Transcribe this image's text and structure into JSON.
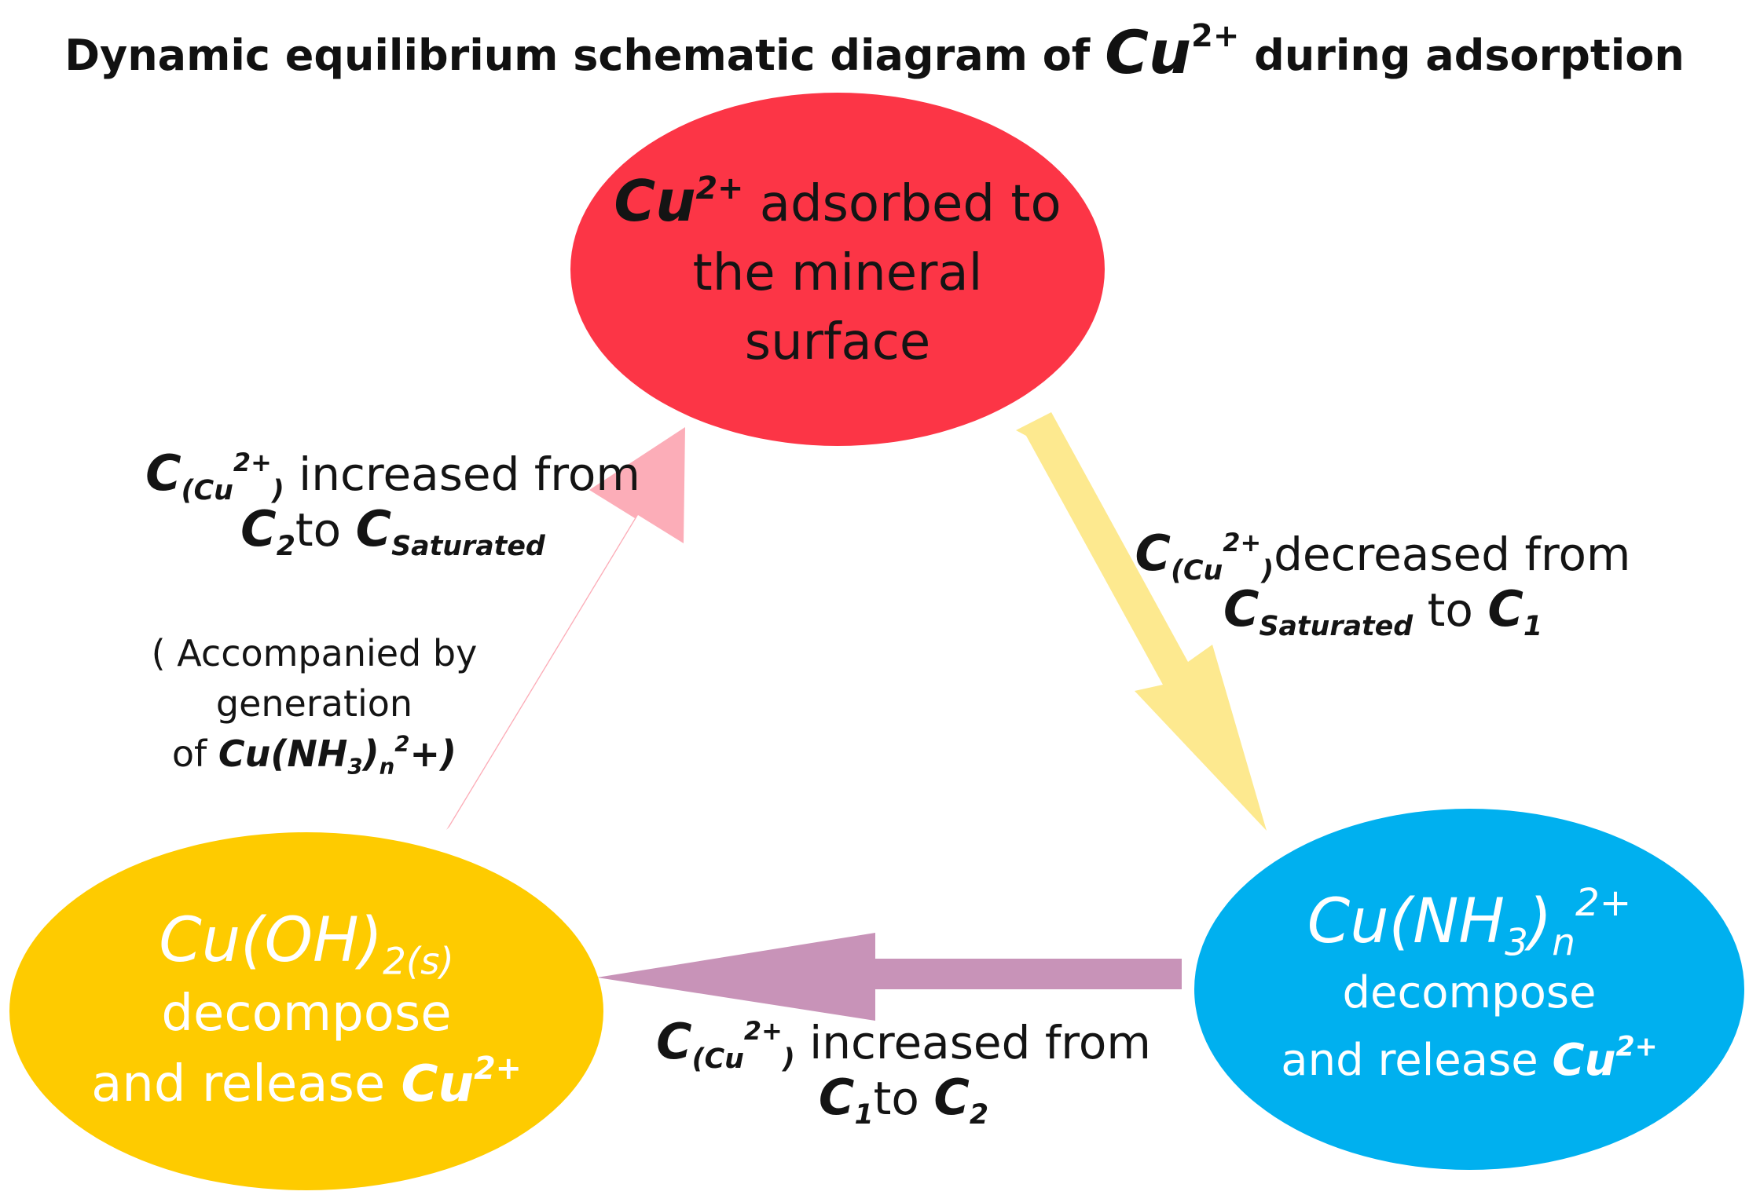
{
  "title": {
    "prefix": "Dynamic equilibrium schematic diagram of ",
    "species": "Cu",
    "charge": "2+",
    "suffix": " during adsorption"
  },
  "nodes": {
    "adsorbed": {
      "species": "Cu",
      "charge": "2+",
      "line1_rest": " adsorbed to",
      "line2": "the mineral",
      "line3": "surface",
      "color": "#fc3546"
    },
    "hydroxide": {
      "formula_main": "Cu(OH)",
      "formula_sub": "2(s)",
      "line2": "decompose",
      "line3_prefix": "and release ",
      "species": "Cu",
      "charge": "2+",
      "color": "#fecb00"
    },
    "ammine": {
      "formula_main": "Cu(NH",
      "formula_sub3": "3",
      "formula_close": ")",
      "formula_subn": "n",
      "formula_charge": "2+",
      "line2": "decompose",
      "line3_prefix": "and release ",
      "species": "Cu",
      "charge": "2+",
      "color": "#00b0ef"
    }
  },
  "edges": {
    "left": {
      "c": "C",
      "c_sub": "(Cu",
      "c_sup": "2+",
      "c_close": ")",
      "verb": " increased from",
      "from": "C",
      "from_sub": "2",
      "to_word": "to ",
      "to": "C",
      "to_sub": "Saturated",
      "note_line1": "( Accompanied by",
      "note_line2": "generation",
      "note_line3_prefix": "of ",
      "note_species": "Cu(NH",
      "note_sub3": "3",
      "note_close": ")",
      "note_subn": "n",
      "note_sup": "2",
      "note_tail": "+)",
      "color": "#fcadb8"
    },
    "right": {
      "c": "C",
      "c_sub": "(Cu",
      "c_sup": "2+",
      "c_close": ")",
      "verb": "decreased from",
      "from": "C",
      "from_sub": "Saturated",
      "to_word": " to ",
      "to": "C",
      "to_sub": "1",
      "color": "#fde98f"
    },
    "bottom": {
      "c": "C",
      "c_sub": "(Cu",
      "c_sup": "2+",
      "c_close": ")",
      "verb": " increased from",
      "from": "C",
      "from_sub": "1",
      "to_word": "to ",
      "to": "C",
      "to_sub": "2",
      "color": "#c893b8"
    }
  }
}
